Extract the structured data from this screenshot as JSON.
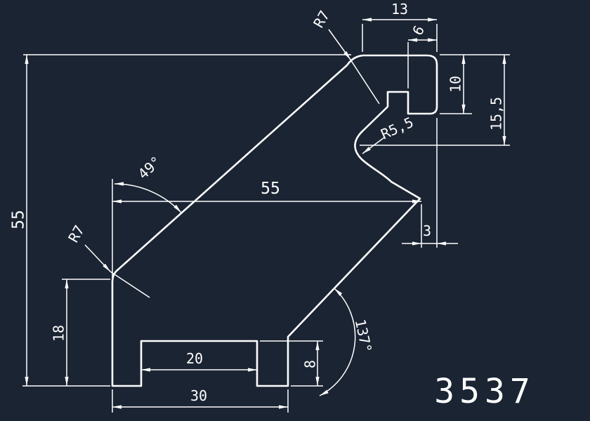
{
  "drawing": {
    "part_number": "3537",
    "colors": {
      "background": "#1b2433",
      "line": "#ffffff"
    },
    "labels": {
      "d13": "13",
      "d6": "6",
      "d10": "10",
      "d15_5": "15,5",
      "d55_horizontal": "55",
      "d55_vertical": "55",
      "d3": "3",
      "d18": "18",
      "d30": "30",
      "d20": "20",
      "d8": "8",
      "a49": "49°",
      "a137": "137°",
      "r7_top": "R7",
      "r7_left": "R7",
      "r5_5": "R5,5"
    }
  }
}
